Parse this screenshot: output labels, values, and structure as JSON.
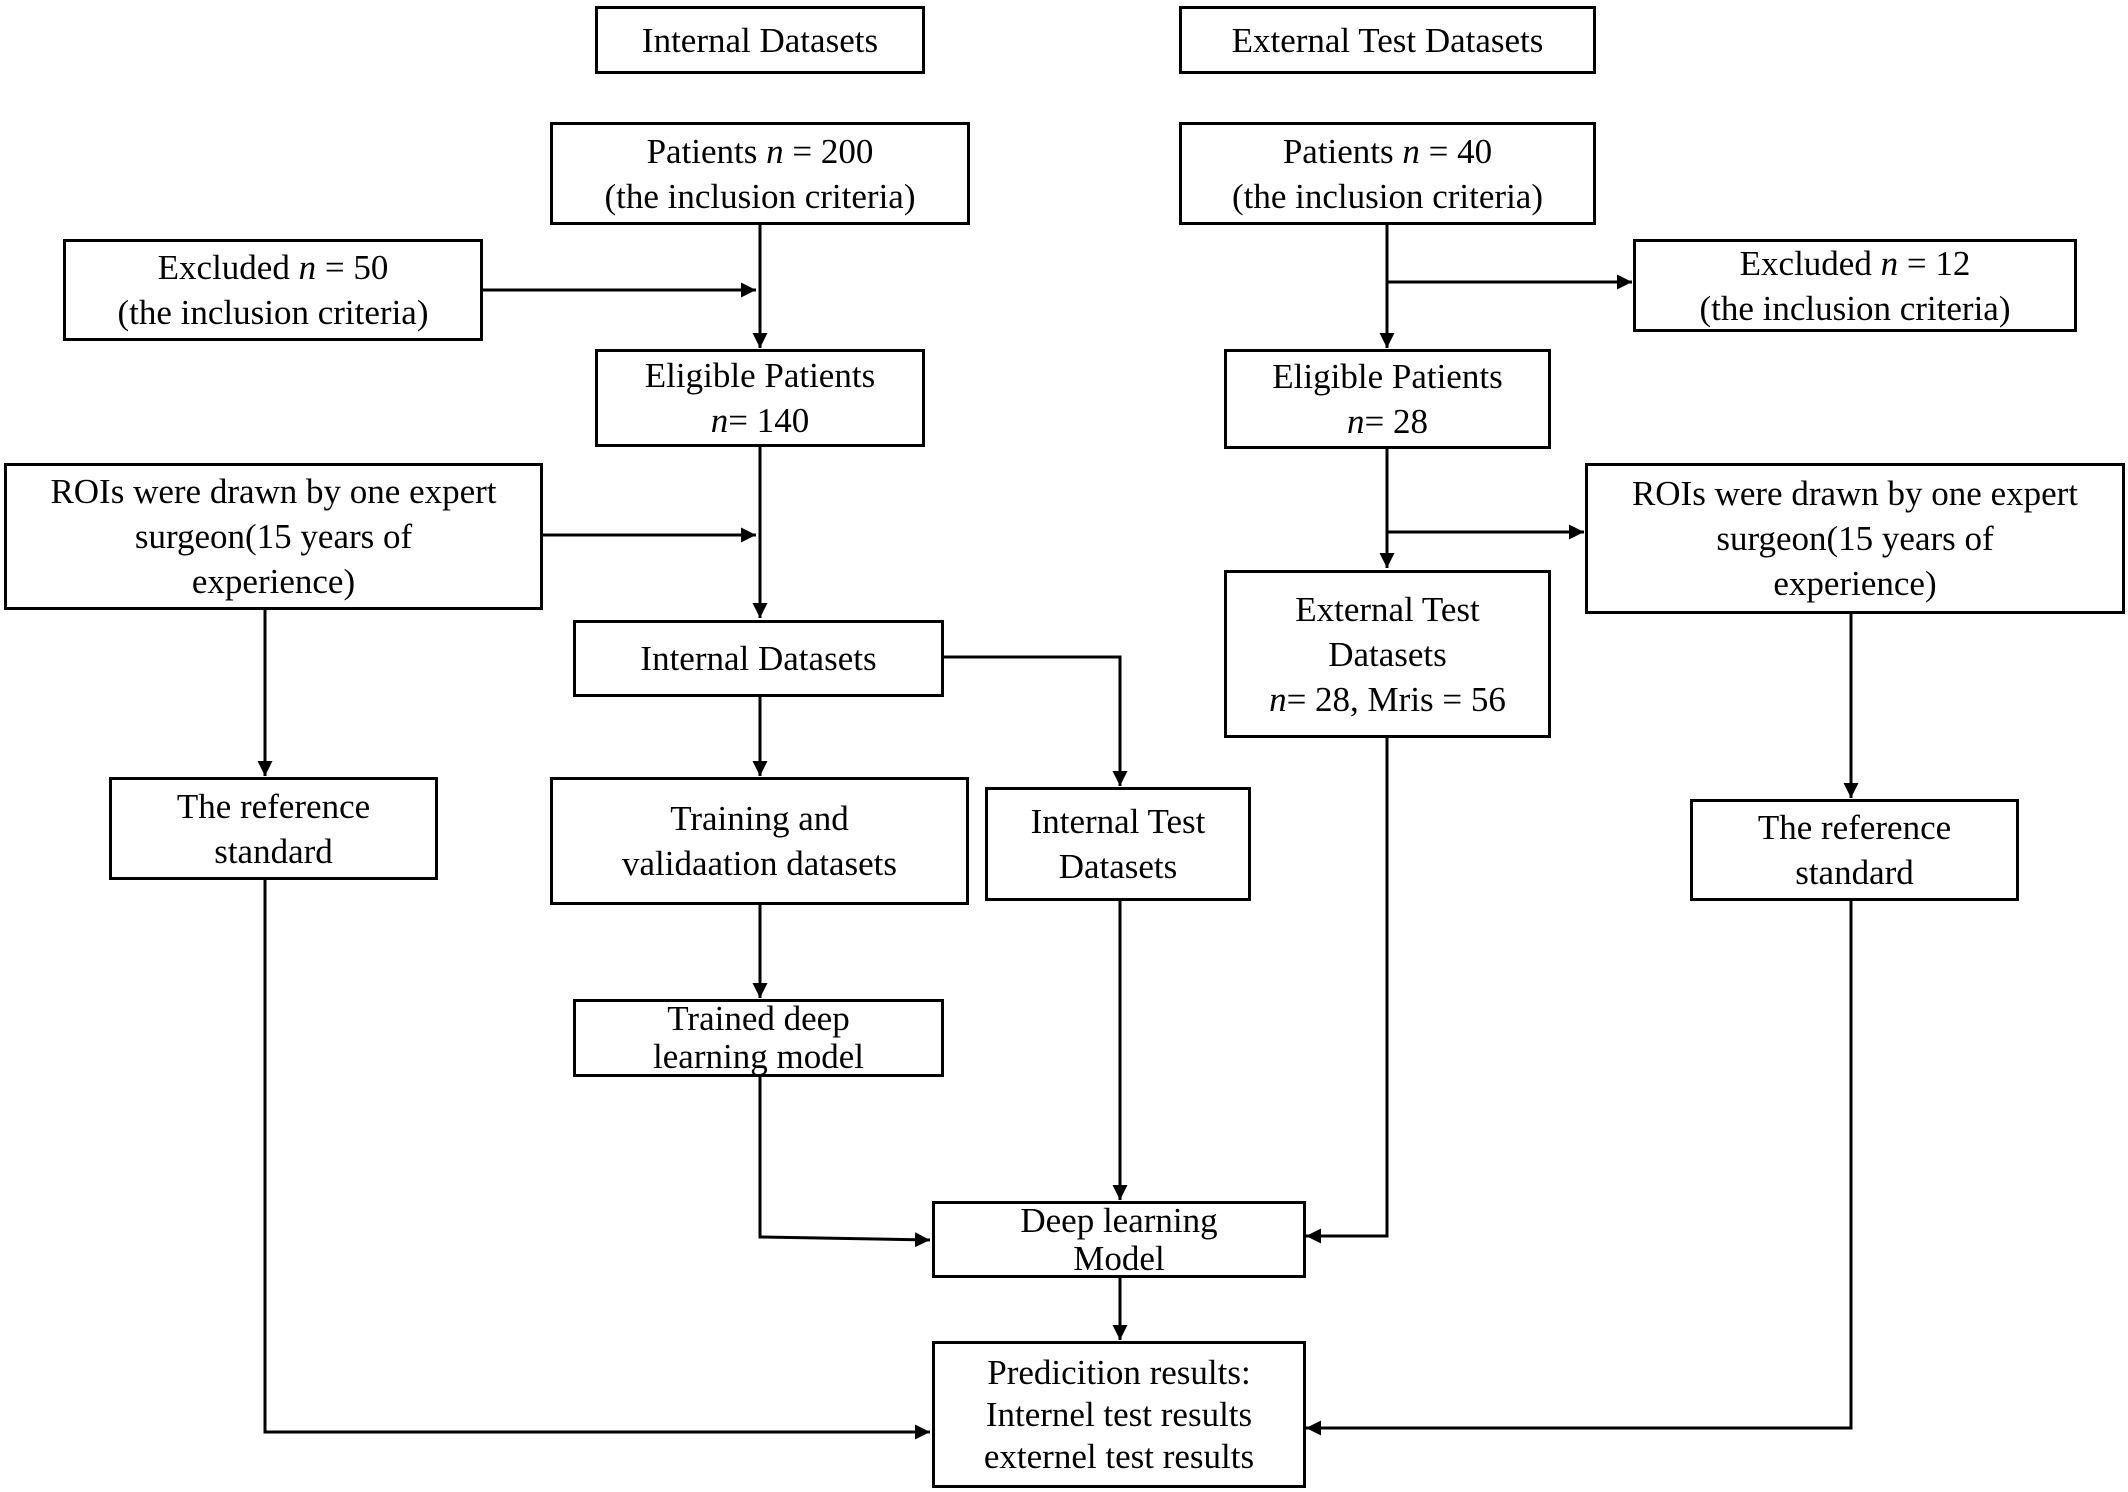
{
  "headers": {
    "internal": "Internal Datasets",
    "external": "External Test Datasets"
  },
  "internal": {
    "patients": {
      "label": "Patients",
      "n_prefix": "n",
      "n_value": "= 200",
      "note": "(the inclusion criteria)"
    },
    "excluded": {
      "label": "Excluded",
      "n_prefix": "n",
      "n_value": "= 50",
      "note": "(the inclusion criteria)"
    },
    "eligible": {
      "label": "Eligible Patients",
      "n_prefix": "n",
      "n_value": "= 140"
    },
    "rois": {
      "lines": [
        "ROIs were drawn by one expert",
        "surgeon(15 years of",
        "experience)"
      ]
    },
    "datasets": {
      "label": "Internal Datasets"
    },
    "reference": {
      "lines": [
        "The reference",
        "standard"
      ]
    },
    "training": {
      "lines": [
        "Training and",
        "validaation datasets"
      ]
    },
    "internal_test": {
      "lines": [
        "Internal Test",
        "Datasets"
      ]
    },
    "trained_model": {
      "lines": [
        "Trained deep",
        "learning model"
      ]
    }
  },
  "external": {
    "patients": {
      "label": "Patients",
      "n_prefix": "n",
      "n_value": "= 40",
      "note": "(the inclusion criteria)"
    },
    "excluded": {
      "label": "Excluded",
      "n_prefix": "n",
      "n_value": "= 12",
      "note": "(the inclusion criteria)"
    },
    "eligible": {
      "label": "Eligible Patients",
      "n_prefix": "n",
      "n_value": "= 28"
    },
    "rois": {
      "lines": [
        "ROIs were drawn by one expert",
        "surgeon(15 years of",
        "experience)"
      ]
    },
    "test_datasets": {
      "lines": [
        "External Test",
        "Datasets"
      ],
      "n_prefix": "n",
      "n_value": "= 28, Mris = 56"
    },
    "reference": {
      "lines": [
        "The reference",
        "standard"
      ]
    }
  },
  "shared": {
    "dl_model": {
      "lines": [
        "Deep learning",
        "Model"
      ]
    },
    "results": {
      "lines": [
        "Predicition results:",
        "Internel test results",
        "externel test results"
      ]
    }
  }
}
